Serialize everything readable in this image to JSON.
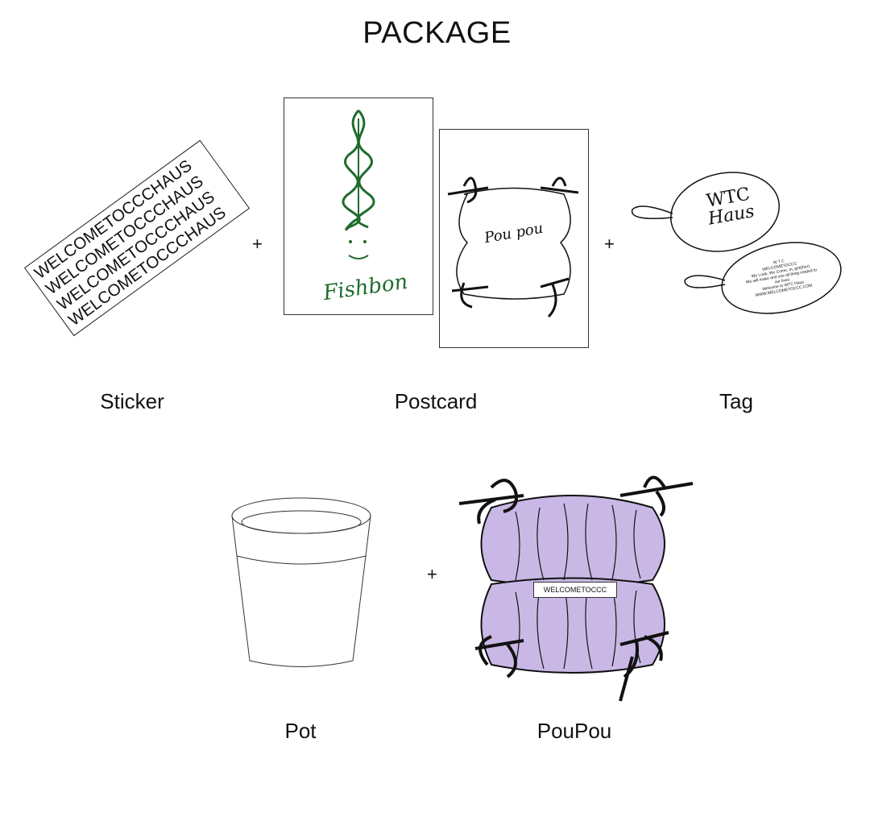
{
  "title": "PACKAGE",
  "items": {
    "sticker": {
      "label": "Sticker",
      "lines": [
        "WELCOMETOCCCHAUS",
        "WELCOMETOCCCHAUS",
        "WELCOMETOCCCHAUS",
        "WELCOMETOCCCHAUS"
      ]
    },
    "postcard": {
      "label": "Postcard",
      "card1_text": "Fishbon",
      "card2_text": "Pou pou"
    },
    "tag": {
      "label": "Tag",
      "front_line1": "WTC",
      "front_line2": "Haus",
      "back_lines": [
        "W T C",
        "WELCOMETOCCC",
        "We Look, We Come, In, get(ther)",
        "We will make and use all thing related to our lives",
        "Welcome to WTC Haus",
        "WWW.WELCOMETOCCC.COM"
      ]
    },
    "pot": {
      "label": "Pot"
    },
    "poupou": {
      "label": "PouPou",
      "badge": "WELCOMETOCCC",
      "color": "#c9b8e6"
    }
  },
  "plus": "+"
}
